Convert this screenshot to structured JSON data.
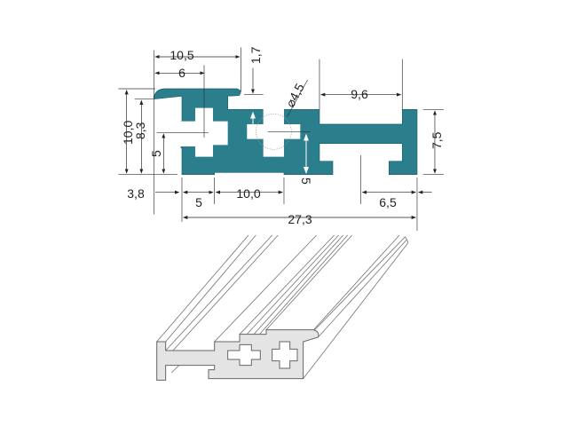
{
  "colors": {
    "profile": "#2b7f8c",
    "iso_face": "#e4e4e4"
  },
  "dimensions": {
    "top_width": "10,5",
    "lip_center": "6",
    "lip_gap": "1,7",
    "hole_diameter": "⌀4,5",
    "right_slot": "9,6",
    "total_height": "10,0",
    "lip_height": "8,3",
    "left_center": "5",
    "right_height": "7,5",
    "hole_height": "5",
    "lip_overhang": "3,8",
    "bottom_left": "5",
    "bottom_mid": "10,0",
    "bottom_right": "6,5",
    "total_width": "27,3"
  }
}
